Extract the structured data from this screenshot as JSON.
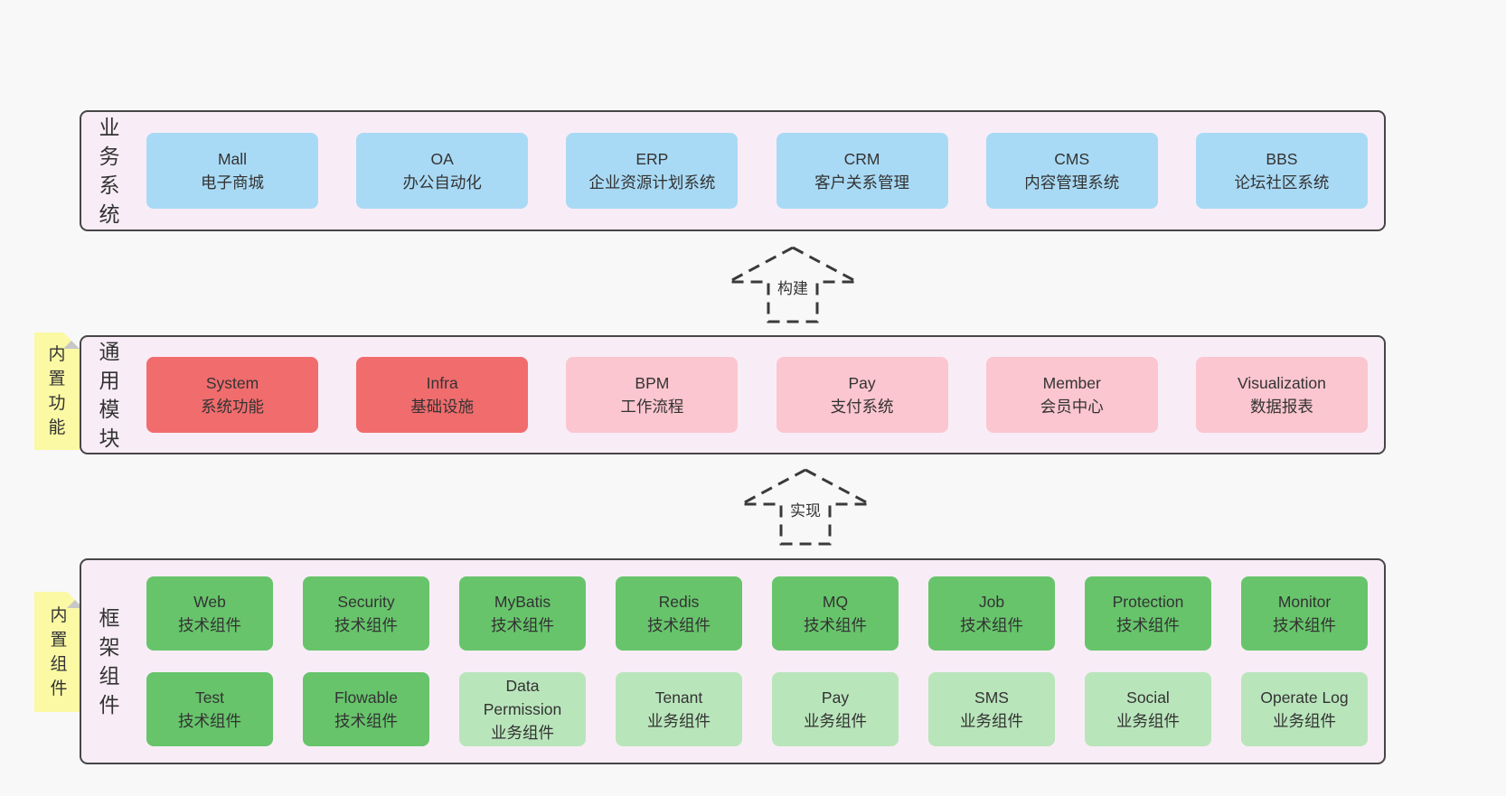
{
  "colors": {
    "page_bg": "#f8f8f8",
    "band_bg": "#f8edf6",
    "band_border": "#464646",
    "text": "#333333",
    "blue": "#a9daf5",
    "red": "#f16c6d",
    "pink": "#fbc6cf",
    "green_dark": "#67c46b",
    "green_light": "#b9e5bb",
    "sticky_yellow": "#fbf9a4",
    "sticky_fold": "#c7c7c7",
    "arrow_stroke": "#3a3a3a"
  },
  "arrows": [
    {
      "label": "构建"
    },
    {
      "label": "实现"
    }
  ],
  "bands": [
    {
      "label": "业务系统",
      "boxes": [
        {
          "name": "Mall",
          "desc": "电子商城",
          "variant": "blue"
        },
        {
          "name": "OA",
          "desc": "办公自动化",
          "variant": "blue"
        },
        {
          "name": "ERP",
          "desc": "企业资源计划系统",
          "variant": "blue"
        },
        {
          "name": "CRM",
          "desc": "客户关系管理",
          "variant": "blue"
        },
        {
          "name": "CMS",
          "desc": "内容管理系统",
          "variant": "blue"
        },
        {
          "name": "BBS",
          "desc": "论坛社区系统",
          "variant": "blue"
        }
      ]
    },
    {
      "label": "通用模块",
      "sticky": "内置功能",
      "boxes": [
        {
          "name": "System",
          "desc": "系统功能",
          "variant": "red"
        },
        {
          "name": "Infra",
          "desc": "基础设施",
          "variant": "red"
        },
        {
          "name": "BPM",
          "desc": "工作流程",
          "variant": "pink"
        },
        {
          "name": "Pay",
          "desc": "支付系统",
          "variant": "pink"
        },
        {
          "name": "Member",
          "desc": "会员中心",
          "variant": "pink"
        },
        {
          "name": "Visualization",
          "desc": "数据报表",
          "variant": "pink"
        }
      ]
    },
    {
      "label": "框架组件",
      "sticky": "内置组件",
      "rows": [
        [
          {
            "name": "Web",
            "desc": "技术组件",
            "variant": "green_dark"
          },
          {
            "name": "Security",
            "desc": "技术组件",
            "variant": "green_dark"
          },
          {
            "name": "MyBatis",
            "desc": "技术组件",
            "variant": "green_dark"
          },
          {
            "name": "Redis",
            "desc": "技术组件",
            "variant": "green_dark"
          },
          {
            "name": "MQ",
            "desc": "技术组件",
            "variant": "green_dark"
          },
          {
            "name": "Job",
            "desc": "技术组件",
            "variant": "green_dark"
          },
          {
            "name": "Protection",
            "desc": "技术组件",
            "variant": "green_dark"
          },
          {
            "name": "Monitor",
            "desc": "技术组件",
            "variant": "green_dark"
          }
        ],
        [
          {
            "name": "Test",
            "desc": "技术组件",
            "variant": "green_dark"
          },
          {
            "name": "Flowable",
            "desc": "技术组件",
            "variant": "green_dark"
          },
          {
            "name": "Data Permission",
            "desc": "业务组件",
            "variant": "green_light"
          },
          {
            "name": "Tenant",
            "desc": "业务组件",
            "variant": "green_light"
          },
          {
            "name": "Pay",
            "desc": "业务组件",
            "variant": "green_light"
          },
          {
            "name": "SMS",
            "desc": "业务组件",
            "variant": "green_light"
          },
          {
            "name": "Social",
            "desc": "业务组件",
            "variant": "green_light"
          },
          {
            "name": "Operate Log",
            "desc": "业务组件",
            "variant": "green_light"
          }
        ]
      ]
    }
  ]
}
